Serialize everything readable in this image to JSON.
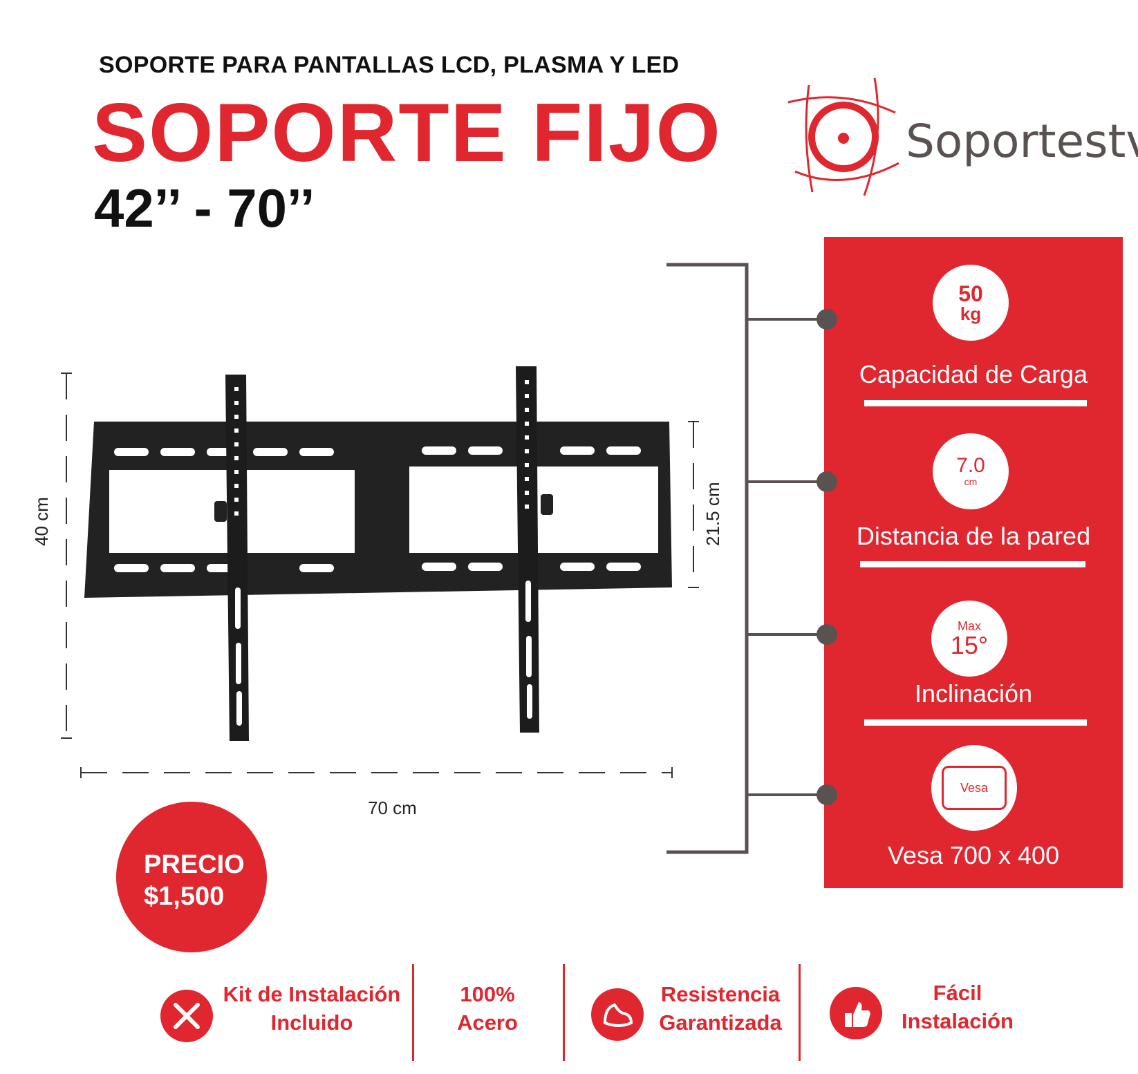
{
  "header": {
    "subtitle": "SOPORTE PARA PANTALLAS LCD, PLASMA Y LED",
    "title": "SOPORTE FIJO",
    "size_range": "42’’ - 70’’"
  },
  "brand": {
    "name": "Soportestv",
    "logo_icon": "target-swirl-logo"
  },
  "dimensions": {
    "height": "40 cm",
    "width": "70 cm",
    "depth_height": "21.5 cm"
  },
  "features": [
    {
      "icon": "weight-icon",
      "icon_value": "50",
      "icon_unit": "kg",
      "label": "Capacidad de Carga"
    },
    {
      "icon": "distance-icon",
      "icon_value": "7.0",
      "icon_unit": "cm",
      "label": "Distancia de la pared"
    },
    {
      "icon": "tilt-icon",
      "icon_top": "Max",
      "icon_value": "15°",
      "label": "Inclinación"
    },
    {
      "icon": "vesa-icon",
      "icon_value": "Vesa",
      "label": "Vesa 700 x 400"
    }
  ],
  "price": {
    "label": "PRECIO",
    "value": "$1,500"
  },
  "bottom_features": [
    {
      "icon": "tools-icon",
      "line1": "Kit de Instalación",
      "line2": "Incluido"
    },
    {
      "line1": "100%",
      "line2": "Acero"
    },
    {
      "icon": "muscle-arm-icon",
      "line1": "Resistencia",
      "line2": "Garantizada"
    },
    {
      "icon": "thumbs-up-icon",
      "line1": "Fácil",
      "line2": "Instalación"
    }
  ],
  "colors": {
    "accent": "#e0262e",
    "text": "#111111",
    "brand_gray": "#5a5251",
    "bracket": "#222222"
  }
}
